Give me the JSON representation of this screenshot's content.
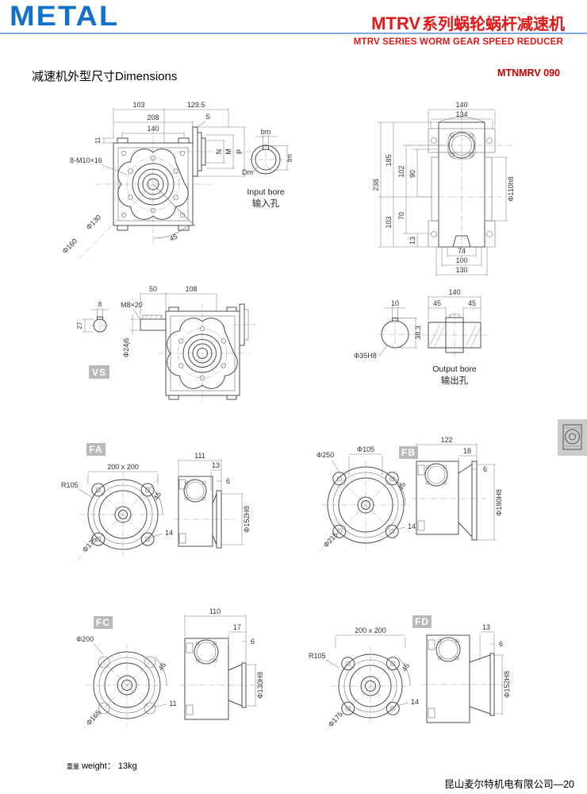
{
  "header": {
    "logo": "METAL",
    "brand": "MTRV",
    "title_cn": "系列蜗轮蜗杆减速机",
    "subtitle_en": "MTRV SERIES WORM GEAR SPEED REDUCER"
  },
  "titlebar": {
    "section_title": "减速机外型尺寸Dimensions",
    "model": "MTNMRV 090"
  },
  "front_view": {
    "d103": "103",
    "d129_5": "129.5",
    "d208": "208",
    "d140": "140",
    "d11": "11",
    "bolt_spec": "8-M10×16",
    "s": "S",
    "n": "N",
    "m": "M",
    "p": "P",
    "dia130": "Φ130",
    "dia160": "Φ160",
    "angle45": "45"
  },
  "input_bore": {
    "bm": "bm",
    "tm": "tm",
    "dm": "Dm",
    "caption_en": "Input bore",
    "caption_cn": "输入孔"
  },
  "side_view": {
    "d140": "140",
    "d134": "134",
    "d238": "238",
    "d185": "185",
    "d102": "102",
    "d90": "90",
    "d103": "103",
    "d70": "70",
    "d13": "13",
    "d74": "74",
    "d100": "100",
    "d130": "130",
    "dia110": "Φ110h8"
  },
  "vs_view": {
    "tag": "VS",
    "d8": "8",
    "d27": "27",
    "thread": "M8×20",
    "d50": "50",
    "d108": "108",
    "dia24": "Φ24j6"
  },
  "output_bore": {
    "d10": "10",
    "dia35": "Φ35H8",
    "d38_3": "38.3",
    "d140": "140",
    "d45l": "45",
    "d45r": "45",
    "caption_en": "Output bore",
    "caption_cn": "输出孔"
  },
  "fa": {
    "tag": "FA",
    "square": "200 x 200",
    "r105": "R105",
    "dia175": "Φ175",
    "angle45": "45",
    "d14": "14",
    "d111": "111",
    "d13": "13",
    "d6": "6",
    "dia152": "Φ152H8"
  },
  "fb": {
    "tag": "FB",
    "dia250": "Φ250",
    "dia105": "Φ105",
    "dia215": "Φ215",
    "angle45": "45",
    "d14": "14",
    "d122": "122",
    "d18": "18",
    "d6": "6",
    "dia180": "Φ180H8"
  },
  "fc": {
    "tag": "FC",
    "dia200": "Φ200",
    "dia165": "Φ165",
    "angle45": "45",
    "d11": "11",
    "d110": "110",
    "d17": "17",
    "d6": "6",
    "dia130": "Φ130H8"
  },
  "fd": {
    "tag": "FD",
    "square": "200 x 200",
    "r105": "R105",
    "dia175": "Φ175",
    "angle45": "45",
    "d14": "14",
    "d13": "13",
    "d6": "6",
    "dia152": "Φ152H8"
  },
  "footer": {
    "weight_cn": "重量",
    "weight_label": "weight：",
    "weight_value": "13kg",
    "company": "昆山麦尔特机电有限公司—20"
  }
}
